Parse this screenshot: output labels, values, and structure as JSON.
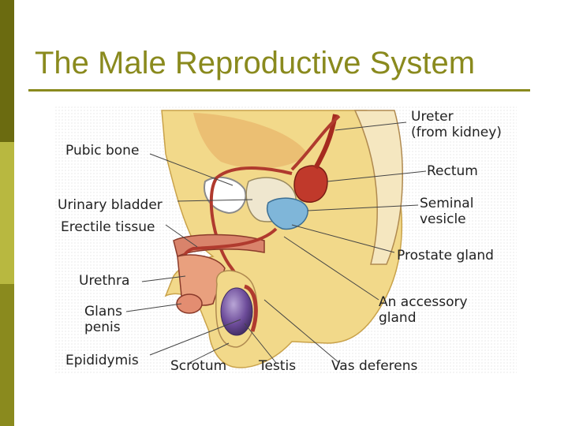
{
  "slide": {
    "title": "The Male Reproductive System"
  },
  "colors": {
    "sidebar_top": "#6b6b10",
    "sidebar_mid": "#b8b840",
    "sidebar_bottom": "#8a8a1e",
    "title": "#8a8a1e",
    "rule": "#8a8a1e"
  },
  "diagram": {
    "labels": {
      "ureter_line1": "Ureter",
      "ureter_line2": "(from kidney)",
      "pubic_bone": "Pubic bone",
      "rectum": "Rectum",
      "urinary_bladder": "Urinary bladder",
      "erectile_tissue": "Erectile tissue",
      "seminal_line1": "Seminal",
      "seminal_line2": "vesicle",
      "prostate_gland": "Prostate gland",
      "urethra": "Urethra",
      "accessory_line1": "An accessory",
      "accessory_line2": "gland",
      "glans_line1": "Glans",
      "glans_line2": "penis",
      "epididymis": "Epididymis",
      "scrotum": "Scrotum",
      "testis": "Testis",
      "vas_deferens": "Vas deferens"
    }
  }
}
